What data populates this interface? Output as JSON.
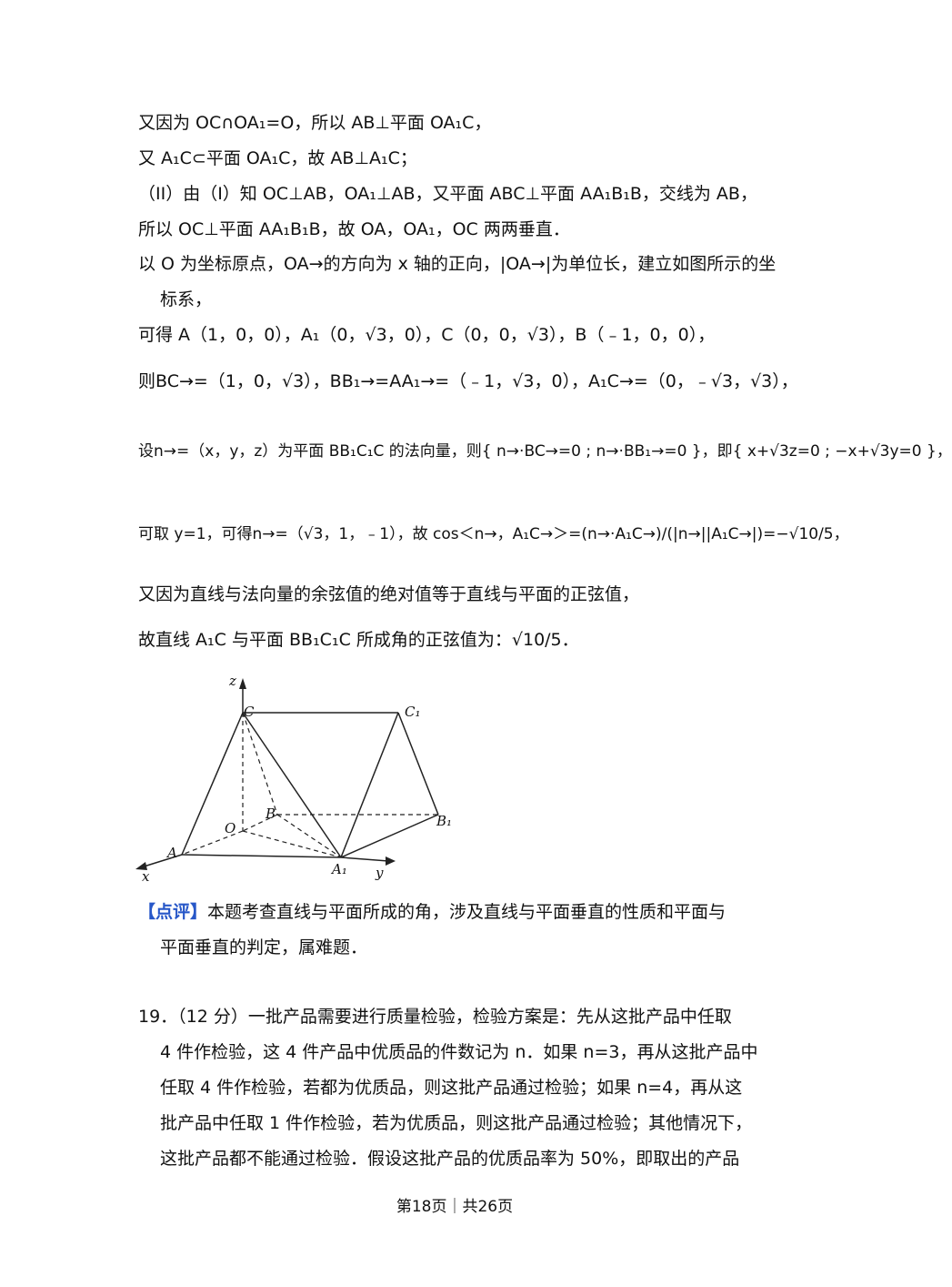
{
  "solution": {
    "lines": [
      "又因为 OC∩OA₁=O，所以 AB⊥平面 OA₁C，",
      "又 A₁C⊂平面 OA₁C，故 AB⊥A₁C；",
      "（II）由（I）知 OC⊥AB，OA₁⊥AB，又平面 ABC⊥平面 AA₁B₁B，交线为 AB，",
      "所以 OC⊥平面 AA₁B₁B，故 OA，OA₁，OC 两两垂直．",
      "以 O 为坐标原点，OA→的方向为 x 轴的正向，|OA→|为单位长，建立如图所示的坐",
      "标系，",
      "可得 A（1，0，0），A₁（0，√3，0），C（0，0，√3），B（﹣1，0，0），",
      "则BC→=（1，0，√3），BB₁→=AA₁→=（﹣1，√3，0），A₁C→=（0，﹣√3，√3），",
      "设n→=（x，y，z）为平面 BB₁C₁C 的法向量，则{ n→·BC→=0 ; n→·BB₁→=0 }，即{ x+√3z=0 ; −x+√3y=0 }，",
      "可取 y=1，可得n→=（√3，1，﹣1），故 cos＜n→，A₁C→＞=(n→·A₁C→)/(|n→||A₁C→|)=−√10/5，",
      "又因为直线与法向量的余弦值的绝对值等于直线与平面的正弦值，",
      "故直线 A₁C 与平面 BB₁C₁C 所成角的正弦值为：√10/5．"
    ]
  },
  "figure": {
    "labels": [
      "z",
      "C",
      "C₁",
      "B",
      "B₁",
      "O",
      "A",
      "A₁",
      "x",
      "y"
    ]
  },
  "comment": {
    "tag": "【点评】",
    "text1": "本题考查直线与平面所成的角，涉及直线与平面垂直的性质和平面与",
    "text2": "平面垂直的判定，属难题．"
  },
  "problem19": {
    "lines": [
      "19．（12 分）一批产品需要进行质量检验，检验方案是：先从这批产品中任取",
      "4 件作检验，这 4 件产品中优质品的件数记为 n．如果 n=3，再从这批产品中",
      "任取 4 件作检验，若都为优质品，则这批产品通过检验；如果 n=4，再从这",
      "批产品中任取 1 件作检验，若为优质品，则这批产品通过检验；其他情况下，",
      "这批产品都不能通过检验．假设这批产品的优质品率为 50%，即取出的产品"
    ]
  },
  "footer": {
    "text": "第18页｜共26页"
  }
}
